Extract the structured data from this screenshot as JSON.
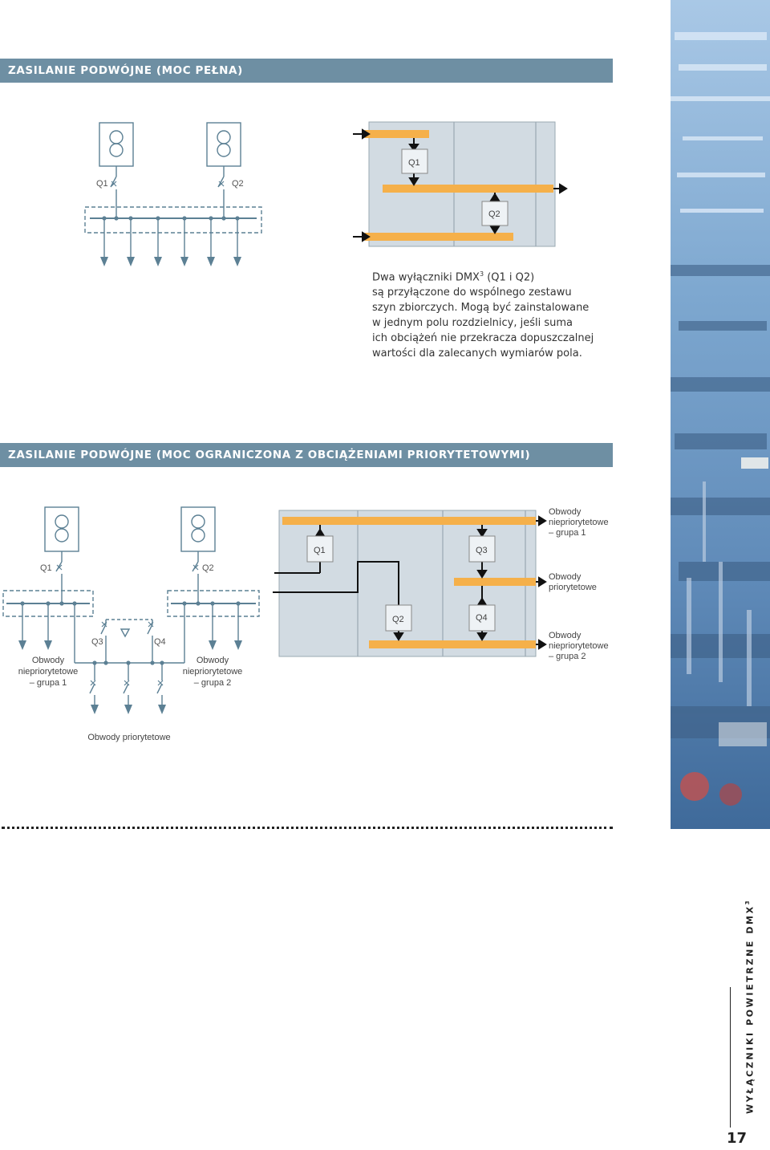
{
  "section1": {
    "title": "ZASILANIE PODWÓJNE (MOC PEŁNA)",
    "schematic": {
      "q1": "Q1",
      "q2": "Q2"
    },
    "panel": {
      "q1": "Q1",
      "q2": "Q2"
    },
    "description": {
      "line1_pre": "Dwa wyłączniki DMX",
      "line1_sup": "3",
      "line1_post": " (Q1 i Q2)",
      "rest": [
        "są przyłączone do wspólnego zestawu",
        "szyn zbiorczych. Mogą być zainstalowane",
        "w jednym polu rozdzielnicy, jeśli suma",
        "ich obciążeń nie przekracza dopuszczalnej",
        "wartości dla zalecanych wymiarów pola."
      ]
    }
  },
  "section2": {
    "title": "ZASILANIE PODWÓJNE (MOC OGRANICZONA Z OBCIĄŻENIAMI PRIORYTETOWYMI)",
    "schematic": {
      "q1": "Q1",
      "q2": "Q2",
      "q3": "Q3",
      "q4": "Q4",
      "np_group1": [
        "Obwody",
        "niepriorytetowe",
        "– grupa 1"
      ],
      "np_group2": [
        "Obwody",
        "niepriorytetowe",
        "– grupa 2"
      ],
      "priority": "Obwody priorytetowe"
    },
    "panel": {
      "q1": "Q1",
      "q2": "Q2",
      "q3": "Q3",
      "q4": "Q4",
      "np_group1": [
        "Obwody",
        "niepriorytetowe",
        "– grupa 1"
      ],
      "priority": [
        "Obwody",
        "priorytetowe"
      ],
      "np_group2": [
        "Obwody",
        "niepriorytetowe",
        "– grupa 2"
      ]
    }
  },
  "footer": {
    "running_title": "WYŁĄCZNIKI POWIETRZNE DMX",
    "running_title_sup": "3",
    "page_number": "17"
  },
  "colors": {
    "header": "#6e8fa3",
    "busbar": "#f5b04a",
    "panel": "#d2dbe2",
    "schematic": "#5c8094"
  }
}
